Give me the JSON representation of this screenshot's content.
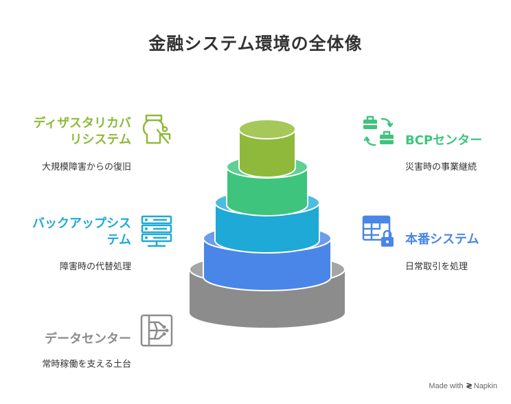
{
  "title": "金融システム環境の全体像",
  "layers": [
    {
      "id": "disaster",
      "heading_line1": "ディザスタリカバ",
      "heading_line2": "リシステム",
      "desc": "大規模障害からの復旧",
      "color": "#8FB93A",
      "icon": "flask-pipette-icon"
    },
    {
      "id": "bcp",
      "heading": "BCPセンター",
      "desc": "災害時の事業継続",
      "color": "#3EC47D",
      "icon": "briefcase-swap-icon"
    },
    {
      "id": "backup",
      "heading_line1": "バックアップシス",
      "heading_line2": "テム",
      "desc": "障害時の代替処理",
      "color": "#1EA9D6",
      "icon": "server-rack-icon"
    },
    {
      "id": "production",
      "heading": "本番システム",
      "desc": "日常取引を処理",
      "color": "#4A86E8",
      "icon": "table-lock-icon"
    },
    {
      "id": "datacenter",
      "heading": "データセンター",
      "desc": "常時稼働を支える土台",
      "color": "#8C8C8C",
      "icon": "network-grid-icon"
    }
  ],
  "footer": {
    "made_with": "Made with",
    "brand": "Napkin"
  }
}
